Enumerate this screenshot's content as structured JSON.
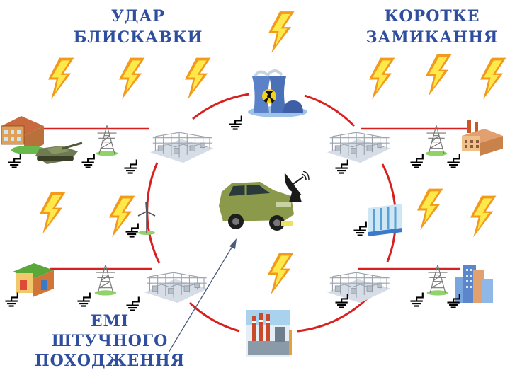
{
  "labels": {
    "lightning": [
      "УДАР",
      "БЛИСКАВКИ"
    ],
    "short_circuit": [
      "КОРОТКЕ",
      "ЗАМИКАННЯ"
    ],
    "emi": [
      "ЕМІ",
      "ШТУЧНОГО",
      "ПОХОДЖЕННЯ"
    ]
  },
  "colors": {
    "label": "#2f4f9e",
    "power_line": "#d92020",
    "lightning_outer": "#f29a1b",
    "lightning_inner": "#ffe84a",
    "vehicle": "#8a9a4a",
    "arrow": "#4a5a7a"
  },
  "icons": [
    "lightning-bolt-icon",
    "nuclear-plant-icon",
    "school-building-icon",
    "tank-icon",
    "power-tower-icon",
    "substation-icon",
    "ground-symbol-icon",
    "wind-turbine-icon",
    "gas-station-icon",
    "thermal-plant-icon",
    "factory-icon",
    "hydro-dam-icon",
    "city-buildings-icon",
    "suv-vehicle-icon",
    "satellite-dish-icon"
  ]
}
